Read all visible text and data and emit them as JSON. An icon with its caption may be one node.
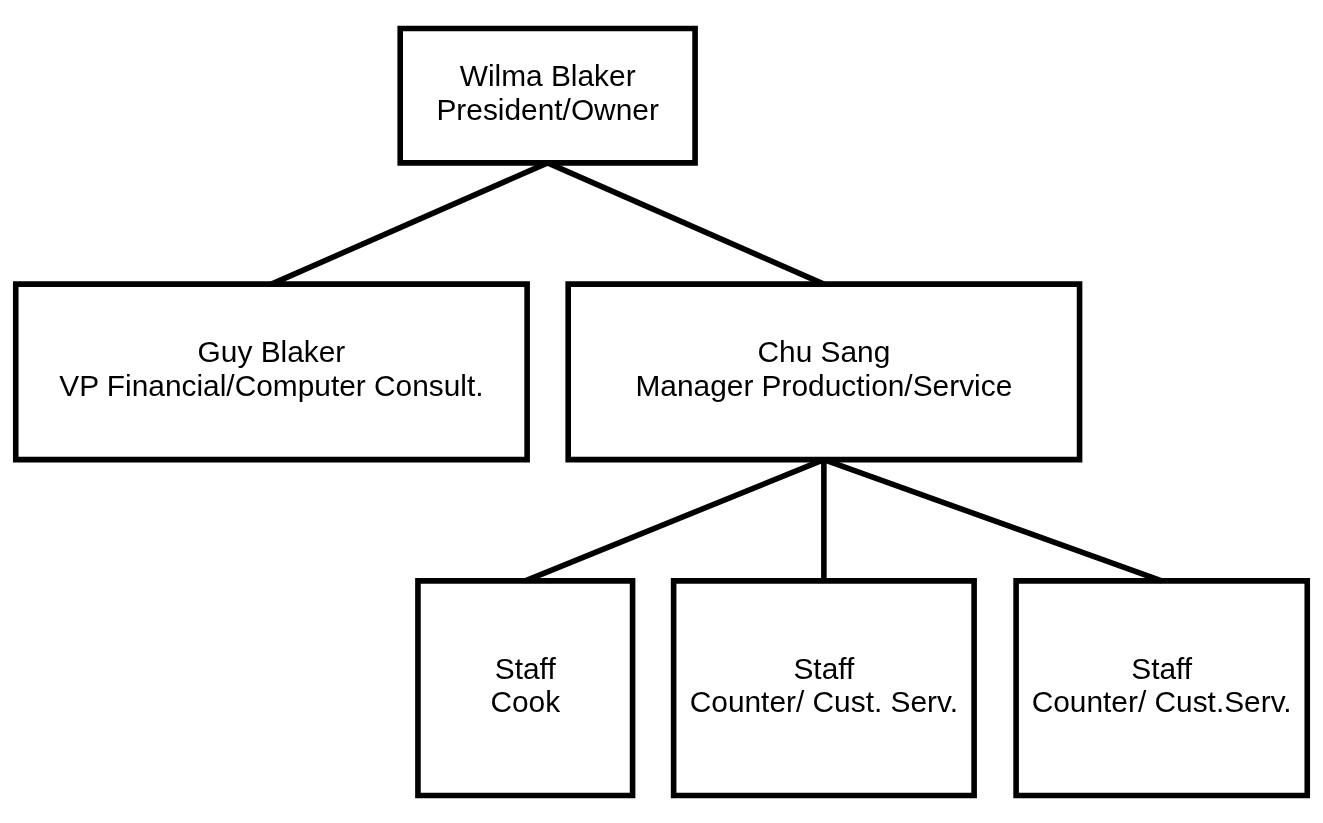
{
  "diagram": {
    "nodes": [
      {
        "text": [
          "Wilma Blaker",
          "President/Owner"
        ]
      },
      {
        "text": [
          "Guy Blaker",
          "VP Financial/Computer Consult."
        ]
      },
      {
        "text": [
          "Chu Sang",
          "Manager Production/Service"
        ]
      },
      {
        "text": [
          "Staff",
          "Cook"
        ]
      },
      {
        "text": [
          "Staff",
          "Counter/ Cust. Serv."
        ]
      },
      {
        "text": [
          "Staff",
          "Counter/ Cust.Serv."
        ]
      }
    ],
    "edges": [
      {
        "from": 0,
        "to": 1,
        "arrow": "none"
      },
      {
        "from": 0,
        "to": 2,
        "arrow": "none"
      },
      {
        "from": 2,
        "to": 3,
        "arrow": "none"
      },
      {
        "from": 2,
        "to": 4,
        "arrow": "none"
      },
      {
        "from": 2,
        "to": 5,
        "arrow": "none"
      }
    ]
  }
}
